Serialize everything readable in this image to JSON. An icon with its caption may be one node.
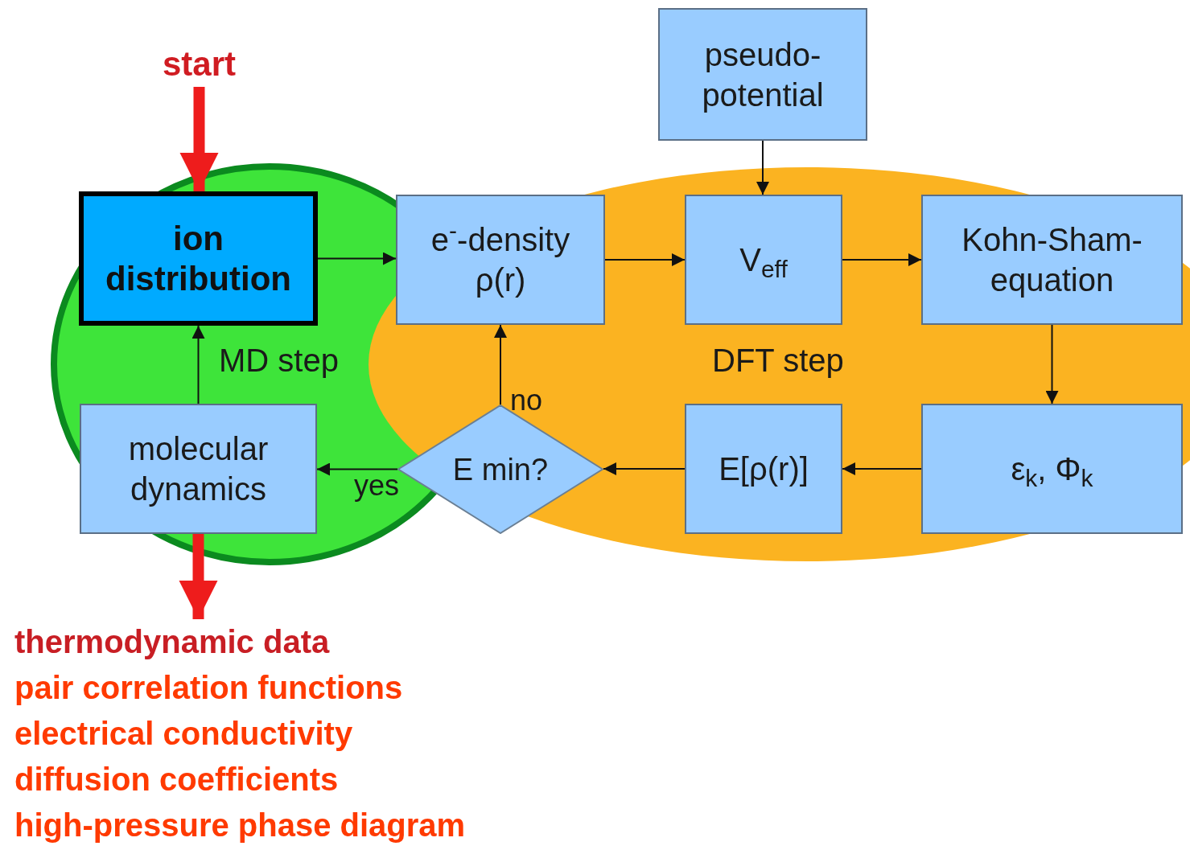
{
  "diagram": {
    "nodes": [
      {
        "text": [
          "start"
        ]
      },
      {
        "text": [
          "pseudo-potential"
        ]
      },
      {
        "text": [
          "MD step"
        ]
      },
      {
        "text": [
          "DFT step"
        ]
      },
      {
        "text": [
          "ion distribution"
        ],
        "in": 2
      },
      {
        "text": [
          "e$^{-}$-density ρ(r)"
        ],
        "in": 3
      },
      {
        "text": [
          "V$_{eff}$"
        ],
        "in": 3
      },
      {
        "text": [
          "Kohn-Sham-equation"
        ],
        "in": 3
      },
      {
        "text": [
          "molecular dynamics"
        ],
        "in": 2
      },
      {
        "text": [
          "E min?"
        ],
        "in": 3
      },
      {
        "text": [
          "E[ρ(r)]"
        ],
        "in": 3
      },
      {
        "text": [
          "ε$_{k}$, Φ$_{k}$"
        ],
        "in": 3
      },
      {
        "text": [
          "thermodynamic data",
          "pair correlation functions",
          "electrical conductivity",
          "diffusion coefficients",
          "high-pressure phase diagram"
        ]
      }
    ],
    "edges": [
      {
        "from": 0,
        "to": 4,
        "arrow": "to",
        "style": "thick",
        "color": "#ee1c1c"
      },
      {
        "from": 1,
        "to": 6,
        "arrow": "to"
      },
      {
        "from": 4,
        "to": 5,
        "arrow": "to"
      },
      {
        "from": 5,
        "to": 6,
        "arrow": "to"
      },
      {
        "from": 6,
        "to": 7,
        "arrow": "to"
      },
      {
        "from": 7,
        "to": 11,
        "arrow": "to"
      },
      {
        "from": 11,
        "to": 10,
        "arrow": "to"
      },
      {
        "from": 10,
        "to": 9,
        "arrow": "to"
      },
      {
        "from": 9,
        "to": 5,
        "arrow": "to",
        "label": "no"
      },
      {
        "from": 9,
        "to": 8,
        "arrow": "to",
        "label": "yes"
      },
      {
        "from": 8,
        "to": 4,
        "arrow": "to"
      },
      {
        "from": 8,
        "to": 12,
        "arrow": "to",
        "style": "thick",
        "color": "#ee1c1c"
      }
    ]
  }
}
